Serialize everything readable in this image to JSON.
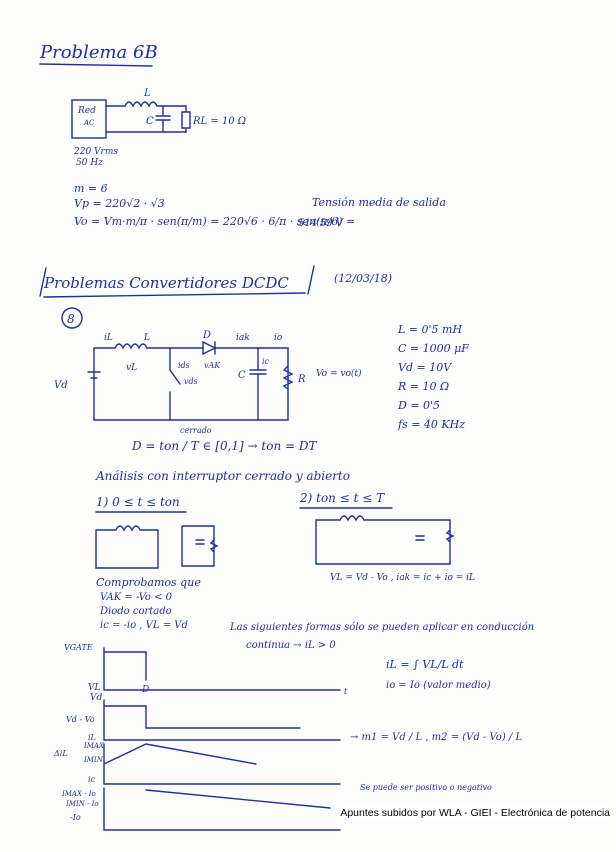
{
  "page": {
    "title": "Problema 6B",
    "source_labels": [
      "Red",
      "AC"
    ],
    "source_spec": [
      "220 Vrms",
      "50 Hz"
    ],
    "inductor_L": "L",
    "cap_C": "C",
    "load_R": "RL = 10 Ω",
    "m_line": "m = 6",
    "vp_line": "Vp = 220√2 · √3",
    "vo_line": "Vo = Vm·m/π · sen(π/m) = 220√6 · 6/π · sen(π/6) =",
    "vo_result": "514'59 V",
    "vo_note": "Tensión media de salida",
    "section_title": "Problemas Convertidores DCDC",
    "section_date": "(12/03/18)",
    "problem_number": "8",
    "circuit_labels": {
      "iL": "iL",
      "L": "L",
      "D": "D",
      "iak": "iak",
      "io": "io",
      "vL": "vL",
      "vak": "vAK",
      "ids": "ids",
      "vds": "vds",
      "ic": "ic",
      "C": "C",
      "R": "R",
      "vo": "Vo = vo(t)",
      "vd": "Vd"
    },
    "params": [
      "L = 0'5 mH",
      "C = 1000 μF",
      "Vd = 10V",
      "R = 10 Ω",
      "D = 0'5",
      "fs = 40 KHz"
    ],
    "duty": "D = ton / T ∈ [0,1] → ton = DT",
    "duty_note": "cerrado",
    "analysis": "Análisis con interruptor cerrado y abierto",
    "case1": "1) 0 ≤ t ≤ ton",
    "case2": "2) ton ≤ t ≤ T",
    "checks": [
      "Comprobamos que",
      "VAK = -Vo < 0",
      "Diodo cortado",
      "ic = -io , VL = Vd"
    ],
    "case2_eq": "VL = Vd - Vo ,  iak = ic + io = iL",
    "cont_text": [
      "Las siguientes formas sólo se pueden aplicar en conducción",
      "continua → iL > 0"
    ],
    "il_eq": "iL = ∫ VL/L dt",
    "io_eq": "io = Io (valor medio)",
    "slopes": "→ m1 = Vd / L ,  m2 = (Vd - Vo) / L",
    "waveform_labels": [
      "VGATE",
      "VL",
      "Vd",
      "Vd - Vo",
      "iL",
      "ΔiL",
      "IMAX",
      "IMIN",
      "D",
      "ic",
      "IMAX - Io",
      "IMIN - Io",
      "-Io",
      "t"
    ],
    "note_sign": "Se puede ser positivo o negativo",
    "footer": "Apuntes subidos por WLA - GIEI - Electrónica de potencia"
  }
}
